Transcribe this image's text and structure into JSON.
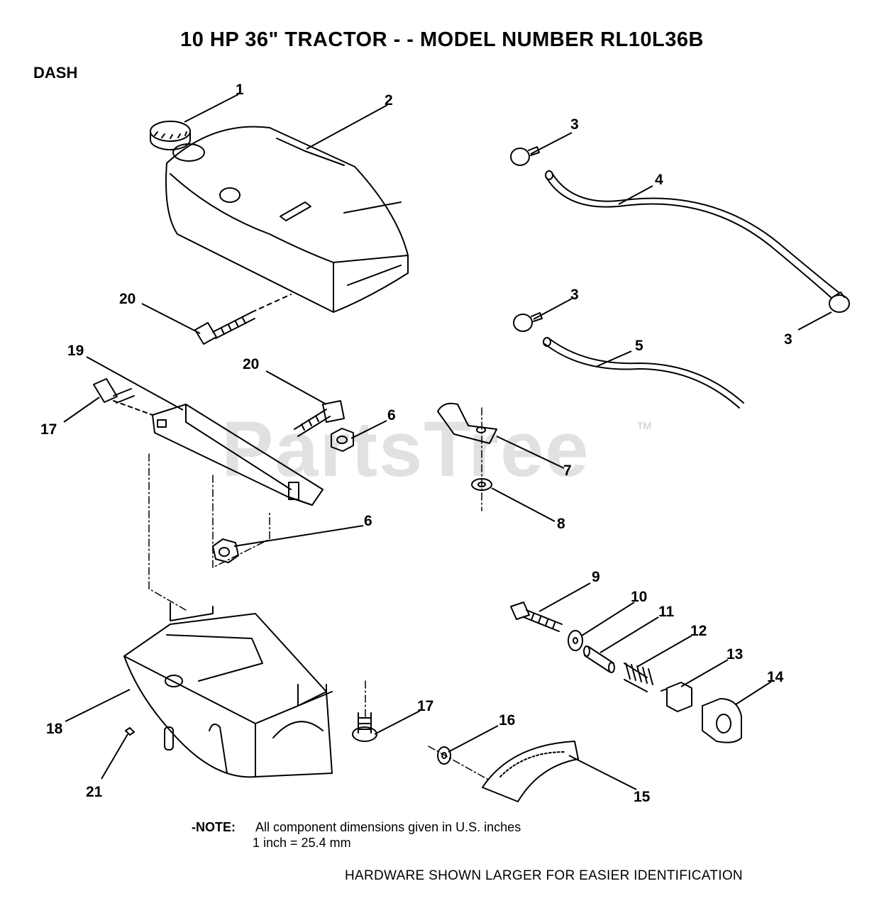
{
  "title": "10 HP 36\" TRACTOR - - MODEL NUMBER RL10L36B",
  "section": "DASH",
  "watermark": "PartsTree",
  "watermark_tm": "TM",
  "callouts": {
    "c1": "1",
    "c2": "2",
    "c3a": "3",
    "c3b": "3",
    "c3c": "3",
    "c4": "4",
    "c5": "5",
    "c6a": "6",
    "c6b": "6",
    "c7": "7",
    "c8": "8",
    "c9": "9",
    "c10": "10",
    "c11": "11",
    "c12": "12",
    "c13": "13",
    "c14": "14",
    "c15": "15",
    "c16": "16",
    "c17a": "17",
    "c17b": "17",
    "c18": "18",
    "c19": "19",
    "c20a": "20",
    "c20b": "20",
    "c21": "21"
  },
  "note": {
    "label": "-NOTE:",
    "line1": "All component dimensions given in U.S. inches",
    "line2": "1 inch = 25.4 mm"
  },
  "footer": "HARDWARE SHOWN LARGER FOR EASIER IDENTIFICATION"
}
